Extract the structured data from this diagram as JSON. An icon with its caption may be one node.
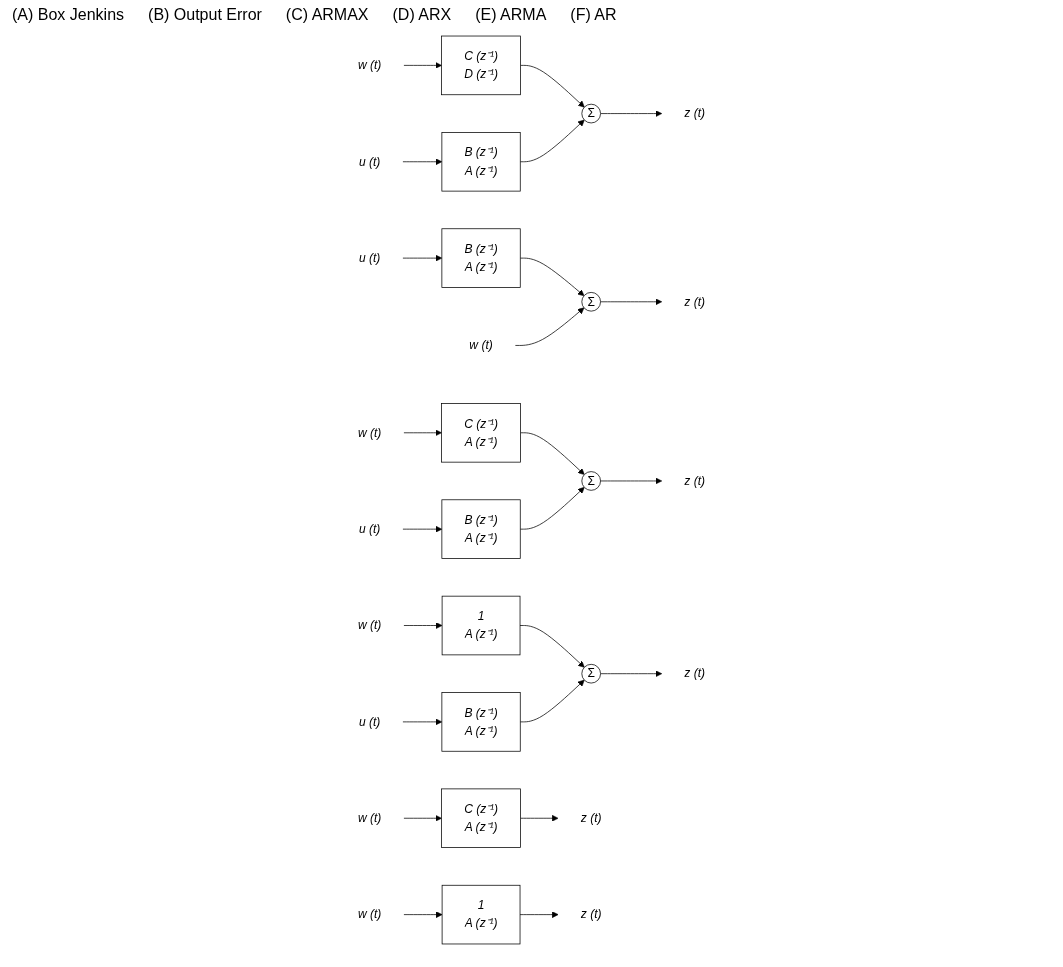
{
  "diagram": {
    "nodes": [
      {
        "text": [
          "u (t)"
        ]
      },
      {
        "text": [
          "w (t)"
        ]
      },
      {
        "text": [
          "C (z⁻¹)",
          "D (z⁻¹)"
        ]
      },
      {
        "text": [
          "B (z⁻¹)",
          "A (z⁻¹)"
        ]
      },
      {
        "text": [
          "Σ"
        ]
      },
      {
        "text": [
          "z (t)"
        ]
      },
      {
        "text": [
          "w (t)"
        ]
      },
      {
        "text": [
          "u (t)"
        ]
      },
      {
        "text": [
          "B (z⁻¹)",
          "A (z⁻¹)"
        ]
      },
      {
        "text": [
          "Σ"
        ]
      },
      {
        "text": [
          "z (t)"
        ]
      },
      {
        "text": [
          "w (t)"
        ]
      },
      {
        "text": [
          "C (z⁻¹)",
          "A (z⁻¹)"
        ]
      },
      {
        "text": [
          "u (t)"
        ]
      },
      {
        "text": [
          "B (z⁻¹)",
          "A (z⁻¹)"
        ]
      },
      {
        "text": [
          "Σ"
        ]
      },
      {
        "text": [
          "z (t)"
        ]
      },
      {
        "text": [
          "w (t)"
        ]
      },
      {
        "text": [
          "1",
          "A (z⁻¹)"
        ]
      },
      {
        "text": [
          "u (t)"
        ]
      },
      {
        "text": [
          "B (z⁻¹)",
          "A (z⁻¹)"
        ]
      },
      {
        "text": [
          "Σ"
        ]
      },
      {
        "text": [
          "z (t)"
        ]
      },
      {
        "text": [
          "w (t)"
        ]
      },
      {
        "text": [
          "C (z⁻¹)",
          "A (z⁻¹)"
        ]
      },
      {
        "text": [
          "z (t)"
        ]
      },
      {
        "text": [
          "w (t)"
        ]
      },
      {
        "text": [
          "1",
          "A (z⁻¹)"
        ]
      },
      {
        "text": [
          "z (t)"
        ]
      }
    ],
    "edges": [
      {
        "from": 0,
        "to": 3,
        "arrow": "to"
      },
      {
        "from": 1,
        "to": 2,
        "arrow": "to"
      },
      {
        "from": 2,
        "to": 4,
        "arrow": "to"
      },
      {
        "from": 3,
        "to": 4,
        "arrow": "to"
      },
      {
        "from": 4,
        "to": 5,
        "arrow": "to"
      },
      {
        "from": 7,
        "to": 8,
        "arrow": "to"
      },
      {
        "from": 8,
        "to": 9,
        "arrow": "to"
      },
      {
        "from": 6,
        "to": 9,
        "arrow": "to"
      },
      {
        "from": 9,
        "to": 10,
        "arrow": "to"
      },
      {
        "from": 11,
        "to": 12,
        "arrow": "to"
      },
      {
        "from": 12,
        "to": 15,
        "arrow": "to"
      },
      {
        "from": 13,
        "to": 14,
        "arrow": "to"
      },
      {
        "from": 14,
        "to": 15,
        "arrow": "to"
      },
      {
        "from": 15,
        "to": 16,
        "arrow": "to"
      },
      {
        "from": 17,
        "to": 18,
        "arrow": "to"
      },
      {
        "from": 18,
        "to": 21,
        "arrow": "to"
      },
      {
        "from": 19,
        "to": 20,
        "arrow": "to"
      },
      {
        "from": 20,
        "to": 21,
        "arrow": "to"
      },
      {
        "from": 21,
        "to": 22,
        "arrow": "to"
      },
      {
        "from": 23,
        "to": 24,
        "arrow": "to"
      },
      {
        "from": 24,
        "to": 25,
        "arrow": "to"
      },
      {
        "from": 26,
        "to": 27,
        "arrow": "to"
      },
      {
        "from": 27,
        "to": 28,
        "arrow": "to"
      }
    ],
    "labels": [
      "(A) Box Jenkins",
      "(B) Output Error",
      "(C) ARMAX",
      "(D) ARX",
      "(E) ARMA",
      "(F) AR"
    ]
  }
}
